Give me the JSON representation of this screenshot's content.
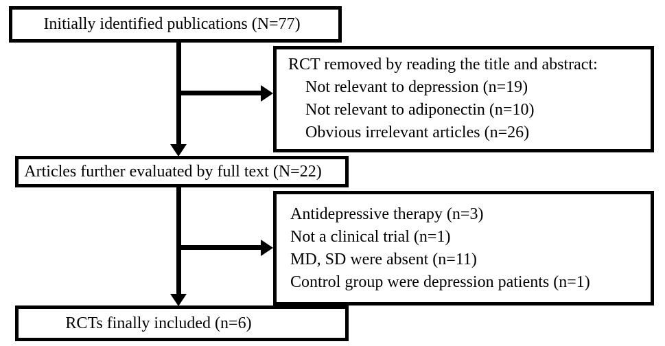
{
  "diagram": {
    "initial": {
      "label": "Initially identified publications (N=77)"
    },
    "excluded_title_abstract": {
      "heading": "RCT removed by reading the title and abstract:",
      "items": [
        "Not relevant to depression (n=19)",
        "Not relevant to adiponectin (n=10)",
        "Obvious irrelevant articles (n=26)"
      ]
    },
    "full_text": {
      "label": "Articles further evaluated by full text (N=22)"
    },
    "excluded_full_text": {
      "items": [
        "Antidepressive therapy (n=3)",
        "Not a clinical trial (n=1)",
        "MD, SD were absent (n=11)",
        "Control group were depression patients (n=1)"
      ]
    },
    "included": {
      "label": "RCTs finally included (n=6)"
    },
    "colors": {
      "line": "#000000",
      "background": "#ffffff",
      "text": "#000000"
    }
  }
}
